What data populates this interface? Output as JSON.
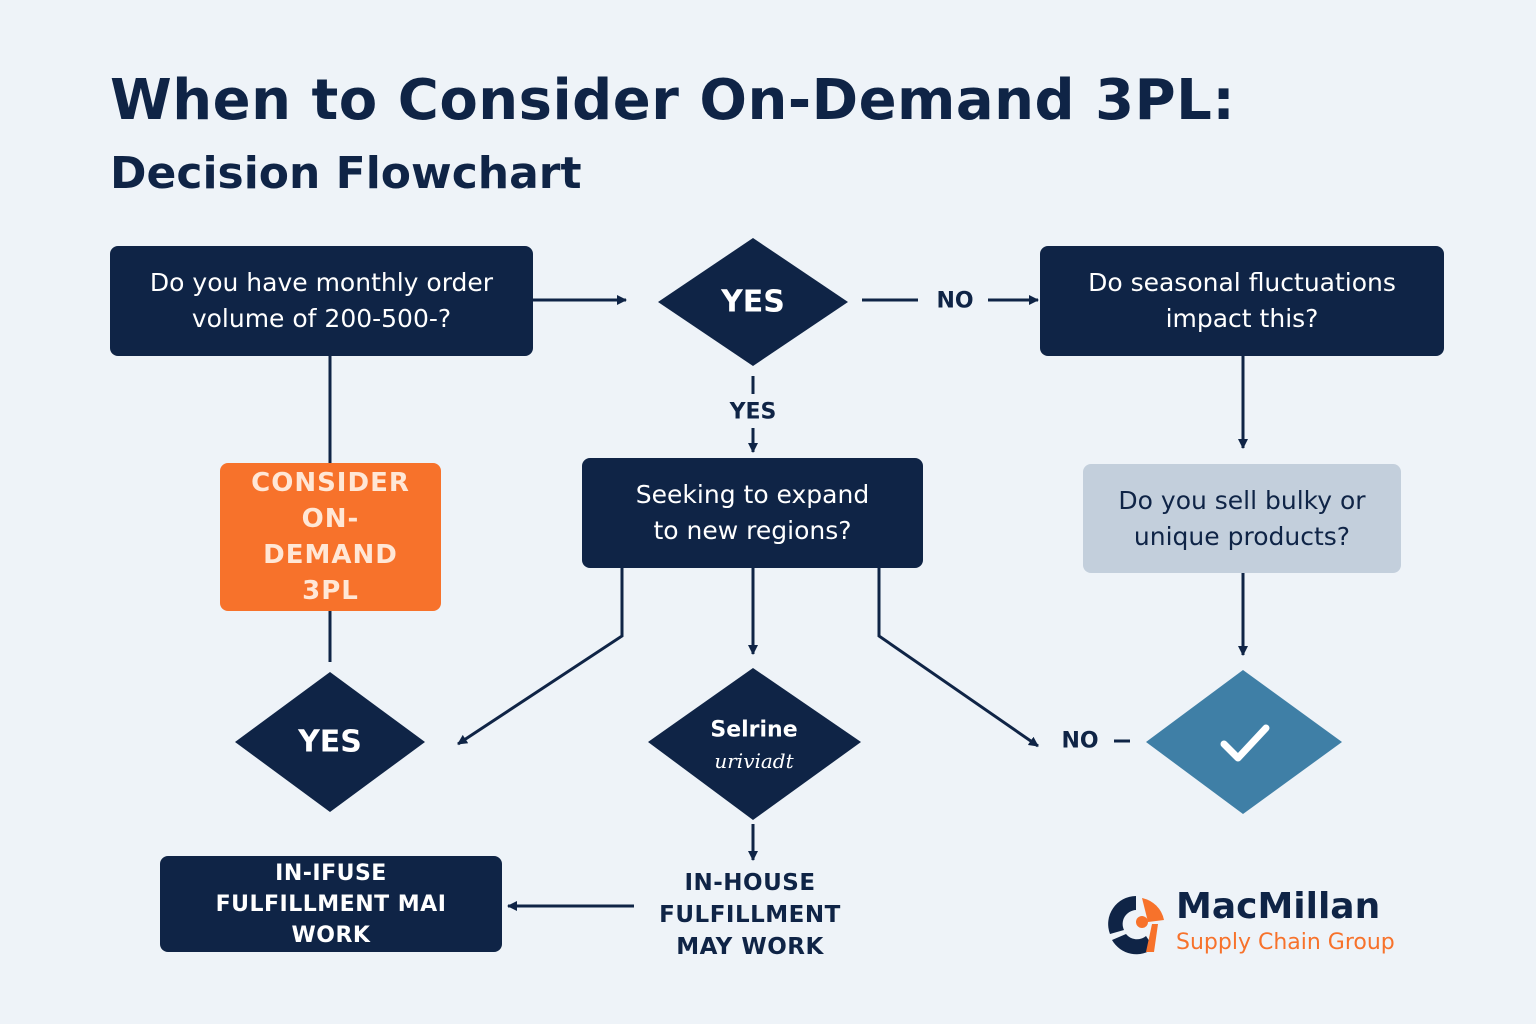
{
  "header": {
    "title": "When to Consider On-Demand 3PL:",
    "subtitle": "Decision Flowchart"
  },
  "nodes": {
    "q_volume": {
      "lines": [
        "Do you have monthly order",
        "volume of 200-500-?"
      ]
    },
    "d_yes_top": {
      "text": "YES"
    },
    "q_seasonal": {
      "lines": [
        "Do seasonal fluctuations",
        "impact this?"
      ]
    },
    "q_expand": {
      "lines": [
        "Seeking to expand",
        "to new regions?"
      ]
    },
    "consider": {
      "lines": [
        "CONSIDER",
        "ON-DEMAND",
        "3PL"
      ]
    },
    "q_bulky": {
      "lines": [
        "Do you sell bulky or",
        "unique products?"
      ]
    },
    "d_yes_bottom": {
      "text": "YES"
    },
    "d_garbled": {
      "lines": [
        "Selrine",
        "uriviadt"
      ]
    },
    "d_check": {
      "icon": "checkmark-icon"
    },
    "outcome_box": {
      "lines": [
        "IN-IFUSE",
        "FULFILLMENT MAI WORK"
      ]
    },
    "outcome_text": {
      "lines": [
        "IN-HOUSE",
        "FULFILLMENT",
        "MAY WORK"
      ]
    }
  },
  "edge_labels": {
    "no_top": "NO",
    "yes_mid": "YES",
    "no_bottom": "NO"
  },
  "brand": {
    "name": "MacMillan",
    "tagline": "Supply Chain Group",
    "icon": "macmillan-logo-icon"
  },
  "colors": {
    "navy": "#0f2446",
    "orange": "#f7722b",
    "light_box": "#c3cfdc",
    "check_diamond": "#3f7fa6",
    "background": "#eef3f8"
  }
}
